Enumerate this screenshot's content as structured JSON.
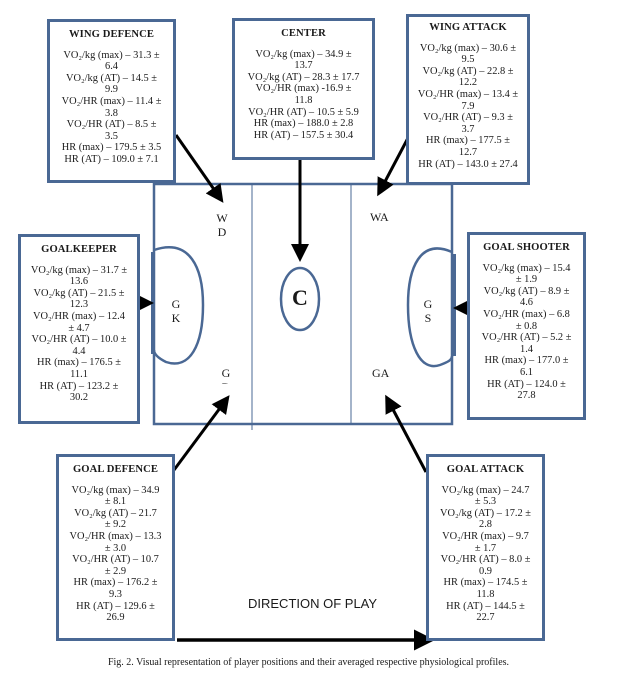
{
  "figure": {
    "caption": "Fig. 2. Visual representation of player positions and their averaged respective physiological profiles.",
    "direction_label": "DIRECTION OF PLAY",
    "colors": {
      "box_border": "#4a6894",
      "court_line": "#4a6894",
      "arrow": "#000000"
    }
  },
  "court": {
    "labels": {
      "wd": [
        "W",
        "D"
      ],
      "gk": [
        "G",
        "K"
      ],
      "gd": [
        "G",
        "D"
      ],
      "c": "C",
      "wa": "WA",
      "gs": [
        "G",
        "S"
      ],
      "ga": "GA"
    }
  },
  "positions": {
    "wing_defence": {
      "title": "WING DEFENCE",
      "lines": [
        "VO₂/kg (max) – 31.3 ±",
        "6.4",
        "VO₂/kg (AT) – 14.5 ±",
        "9.9",
        "VO₂/HR (max) – 11.4 ±",
        "3.8",
        "VO₂/HR (AT) – 8.5 ±",
        "3.5",
        "HR (max) – 179.5 ± 3.5",
        "HR (AT) – 109.0 ± 7.1"
      ]
    },
    "center": {
      "title": "CENTER",
      "lines": [
        "VO₂/kg (max) – 34.9 ±",
        "13.7",
        "VO₂/kg (AT) – 28.3 ± 17.7",
        "VO₂/HR (max) -16.9 ±",
        "11.8",
        "VO₂/HR (AT) – 10.5 ± 5.9",
        "HR (max) – 188.0 ± 2.8",
        "HR (AT) – 157.5 ± 30.4"
      ]
    },
    "wing_attack": {
      "title": "WING ATTACK",
      "lines": [
        "VO₂/kg (max) – 30.6 ±",
        "9.5",
        "VO₂/kg (AT) – 22.8 ±",
        "12.2",
        "VO₂/HR (max) – 13.4 ±",
        "7.9",
        "VO₂/HR (AT) – 9.3 ±",
        "3.7",
        "HR (max) – 177.5 ±",
        "12.7",
        "HR (AT) – 143.0 ± 27.4"
      ]
    },
    "goalkeeper": {
      "title": "GOALKEEPER",
      "lines": [
        "VO₂/kg (max) – 31.7 ±",
        "13.6",
        "VO₂/kg (AT) – 21.5 ±",
        "12.3",
        "VO₂/HR (max) – 12.4",
        "± 4.7",
        "VO₂/HR (AT) – 10.0 ±",
        "4.4",
        "HR (max) – 176.5 ±",
        "11.1",
        "HR (AT) – 123.2 ±",
        "30.2"
      ]
    },
    "goal_shooter": {
      "title": "GOAL SHOOTER",
      "lines": [
        "VO₂/kg (max) – 15.4",
        "± 1.9",
        "VO₂/kg (AT) – 8.9 ±",
        "4.6",
        "VO₂/HR (max) – 6.8",
        "± 0.8",
        "VO₂/HR (AT) – 5.2 ±",
        "1.4",
        "HR (max) – 177.0 ±",
        "6.1",
        "HR (AT) – 124.0 ±",
        "27.8"
      ]
    },
    "goal_defence": {
      "title": "GOAL DEFENCE",
      "lines": [
        "VO₂/kg (max) – 34.9",
        "± 8.1",
        "VO₂/kg (AT) – 21.7",
        "± 9.2",
        "VO₂/HR (max) – 13.3",
        "± 3.0",
        "VO₂/HR (AT) – 10.7",
        "± 2.9",
        "HR (max) – 176.2 ±",
        "9.3",
        "HR (AT) – 129.6 ±",
        "26.9"
      ]
    },
    "goal_attack": {
      "title": "GOAL ATTACK",
      "lines": [
        "VO₂/kg (max) – 24.7",
        "± 5.3",
        "VO₂/kg (AT) – 17.2 ±",
        "2.8",
        "VO₂/HR (max) – 9.7",
        "± 1.7",
        "VO₂/HR (AT) – 8.0 ±",
        "0.9",
        "HR (max) – 174.5 ±",
        "11.8",
        "HR (AT) – 144.5 ±",
        "22.7"
      ]
    }
  }
}
